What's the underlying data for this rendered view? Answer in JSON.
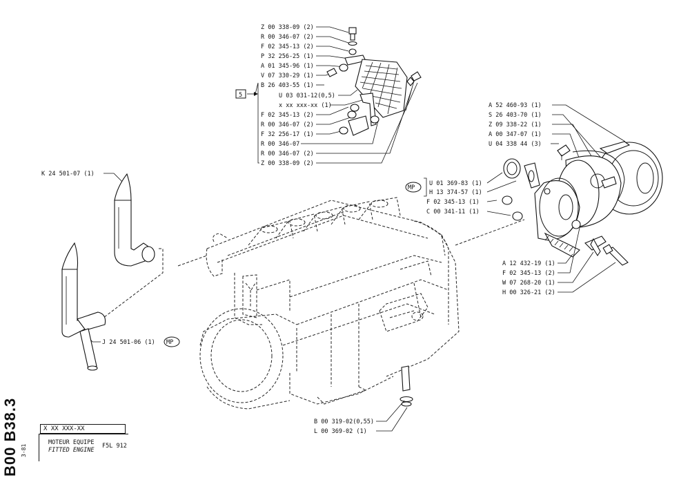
{
  "document": {
    "code": "B00 B38.3",
    "date": "3-81",
    "part_number": "X XX XXX-XX",
    "title_fr": "MOTEUR EQUIPE",
    "title_en": "FITTED ENGINE",
    "model": "F5L 912"
  },
  "markers": {
    "box_label": "5",
    "mp_label": "MP"
  },
  "callouts": {
    "top_group": [
      "Z 00 338-09 (2)",
      "R 00 346-07 (2)",
      "F 02 345-13 (2)",
      "P 32 256-25 (1)",
      "A 01 345-96 (1)",
      "V 07 330-29 (1)",
      "B 26 403-55 (1)",
      "U 03 031-12(0,5)",
      "x xx xxx-xx (1)",
      "F 02 345-13 (2)",
      "R 00 346-07 (2)",
      "F 32 256-17 (1)",
      "R 00 346-07",
      "R 00 346-07 (2)",
      "Z 00 338-09 (2)"
    ],
    "left_group": [
      "K 24 501-07 (1)",
      "J 24 501-06 (1)"
    ],
    "right_upper": [
      "A 52 460-93 (1)",
      "S 26 403-70 (1)",
      "Z 09 338-22 (1)",
      "A 00 347-07 (1)",
      "U 04 338 44 (3)"
    ],
    "right_middle": [
      "U 01 369-83 (1)",
      "H 13 374-57 (1)",
      "F 02 345-13 (1)",
      "C 00 341-11 (1)"
    ],
    "right_lower": [
      "A 12 432-19 (1)",
      "F 02 345-13 (2)",
      "W 07 268-20 (1)",
      "H 00 326-21 (2)"
    ],
    "bottom_group": [
      "B 00 319-02(0,55)",
      "L 00 369-02 (1)"
    ]
  }
}
